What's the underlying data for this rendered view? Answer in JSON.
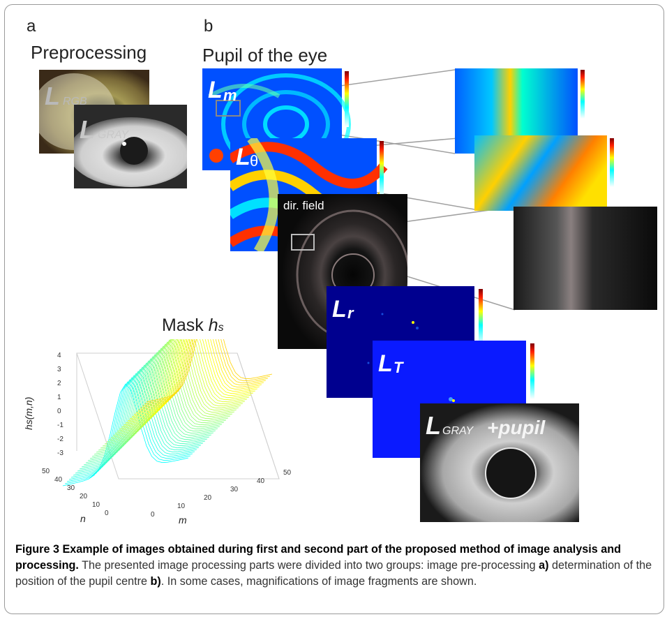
{
  "panel_a": {
    "letter": "a",
    "title": "Preprocessing",
    "labels": [
      "RGB",
      "GRAY"
    ]
  },
  "panel_b": {
    "letter": "b",
    "title": "Pupil of the eye",
    "dir_field_label": "dir. field",
    "final_label_suffix": "+pupil",
    "final_label_sub": "GRAY"
  },
  "mask": {
    "title": "Mask",
    "symbol": "h",
    "symbol_sub": "s",
    "zlabel": "hs(m,n)",
    "xlabel": "m",
    "ylabel": "n",
    "z_ticks": [
      "4",
      "3",
      "2",
      "1",
      "0",
      "-1",
      "-2",
      "-3"
    ],
    "m_ticks": [
      "0",
      "10",
      "20",
      "30",
      "40",
      "50"
    ],
    "n_ticks": [
      "50",
      "40",
      "30",
      "20",
      "10",
      "0"
    ]
  },
  "images": {
    "Lm": {
      "letter": "L",
      "sub": "m"
    },
    "Ltheta": {
      "letter": "L",
      "sub": "θ"
    },
    "Lr": {
      "letter": "L",
      "sub": "r"
    },
    "LT": {
      "letter": "L",
      "sub": "T"
    }
  },
  "caption": {
    "figure": "Figure 3",
    "bold_text": "Example of images obtained during first and second part of the proposed method of image analysis and processing.",
    "text1": "The presented image processing parts were divided into two groups: image pre-processing",
    "ref_a": "a)",
    "text2": "determination of the position of the pupil centre",
    "ref_b": "b)",
    "text3": ". In some cases, magnifications of image fragments are shown."
  },
  "colors": {
    "jet_dark": "#00008f",
    "jet_blue": "#0050ff",
    "jet_cyan": "#00ffff",
    "jet_yellow": "#ffff00",
    "jet_red": "#ff2000",
    "caption_bold": "#000000"
  }
}
